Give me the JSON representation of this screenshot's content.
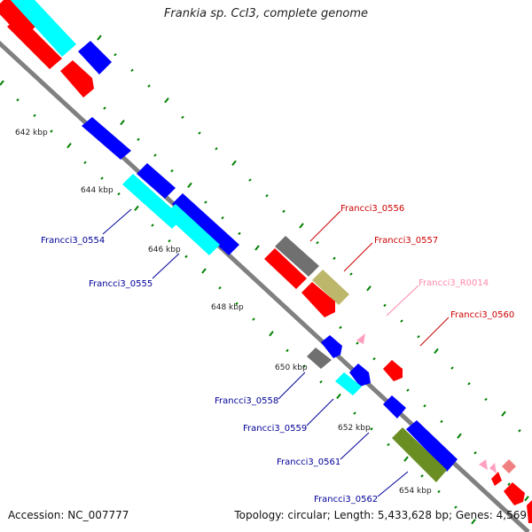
{
  "title": "Frankia sp. CcI3, complete genome",
  "accession": "Accession: NC_007777",
  "topology": "Topology: circular; Length: 5,433,628 bp; Genes: 4,569",
  "colors": {
    "backbone": "#808080",
    "tick": "#008000",
    "red": "#ff0000",
    "blue": "#0000ff",
    "cyan": "#00ffff",
    "gray": "#707070",
    "khaki": "#bdb76b",
    "olive": "#6b8e23",
    "pink": "#ffa0c0",
    "salmon": "#f08080",
    "label_red": "#cc0000",
    "label_blue": "#000099",
    "label_pink": "#ff88aa"
  },
  "kbp_labels": [
    "642 kbp",
    "644 kbp",
    "646 kbp",
    "648 kbp",
    "650 kbp",
    "652 kbp",
    "654 kbp"
  ],
  "gene_labels": {
    "g0554": "Francci3_0554",
    "g0555": "Francci3_0555",
    "g0556": "Francci3_0556",
    "g0557": "Francci3_0557",
    "gR0014": "Francci3_R0014",
    "g0558": "Francci3_0558",
    "g0559": "Francci3_0559",
    "g0560": "Francci3_0560",
    "g0561": "Francci3_0561",
    "g0562": "Francci3_0562"
  }
}
